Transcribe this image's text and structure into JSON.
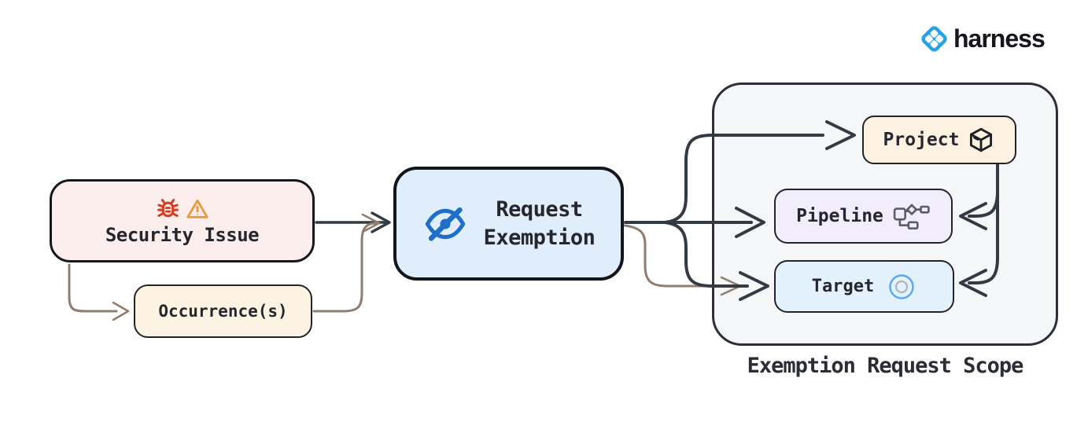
{
  "logo": {
    "brand": "harness",
    "icon": "harness-diamond-icon",
    "brand_blue": "#29a2e2"
  },
  "diagram": {
    "type": "flow-diagram",
    "nodes": {
      "security_issue": {
        "label": "Security Issue",
        "icons": [
          "bug-icon",
          "warning-icon"
        ],
        "fill": "#fbeeed"
      },
      "occurrences": {
        "label": "Occurrence(s)",
        "fill": "#fcf3e2"
      },
      "request_exemption": {
        "lines": [
          "Request",
          "Exemption"
        ],
        "icon": "eye-slash-icon",
        "fill": "#dfeefa"
      },
      "project": {
        "label": "Project",
        "icon": "cube-icon",
        "fill": "#fdf2e1"
      },
      "pipeline": {
        "label": "Pipeline",
        "icon": "pipeline-icon",
        "fill": "#f1edfa"
      },
      "target": {
        "label": "Target",
        "icon": "target-icon",
        "fill": "#e3f1fc"
      }
    },
    "scope": {
      "title": "Exemption Request Scope",
      "fill": "#f5f6f8"
    },
    "edges": [
      {
        "from": "security-issue",
        "to": "request-exemption",
        "color": "dark"
      },
      {
        "from": "security-issue",
        "to": "occurrences",
        "color": "brown"
      },
      {
        "from": "occurrences",
        "to": "request-exemption",
        "color": "brown"
      },
      {
        "from": "request-exemption",
        "to": "project",
        "color": "dark"
      },
      {
        "from": "request-exemption",
        "to": "pipeline",
        "color": "dark"
      },
      {
        "from": "request-exemption",
        "to": "target",
        "color": "dark"
      },
      {
        "from": "occurrences",
        "to": "target",
        "color": "brown"
      },
      {
        "from": "project",
        "to": "pipeline",
        "color": "dark"
      },
      {
        "from": "project",
        "to": "target",
        "color": "dark"
      }
    ],
    "colors": {
      "edge_dark": "#343a44",
      "edge_brown": "#927c6e",
      "bug_red": "#d63c22",
      "warning_orange": "#e89c3f",
      "eye_blue": "#1f6fc8",
      "target_ring_blue": "#56a8f2",
      "pipeline_icon_gray": "#5a5d66",
      "border_dark": "#17181d"
    }
  }
}
